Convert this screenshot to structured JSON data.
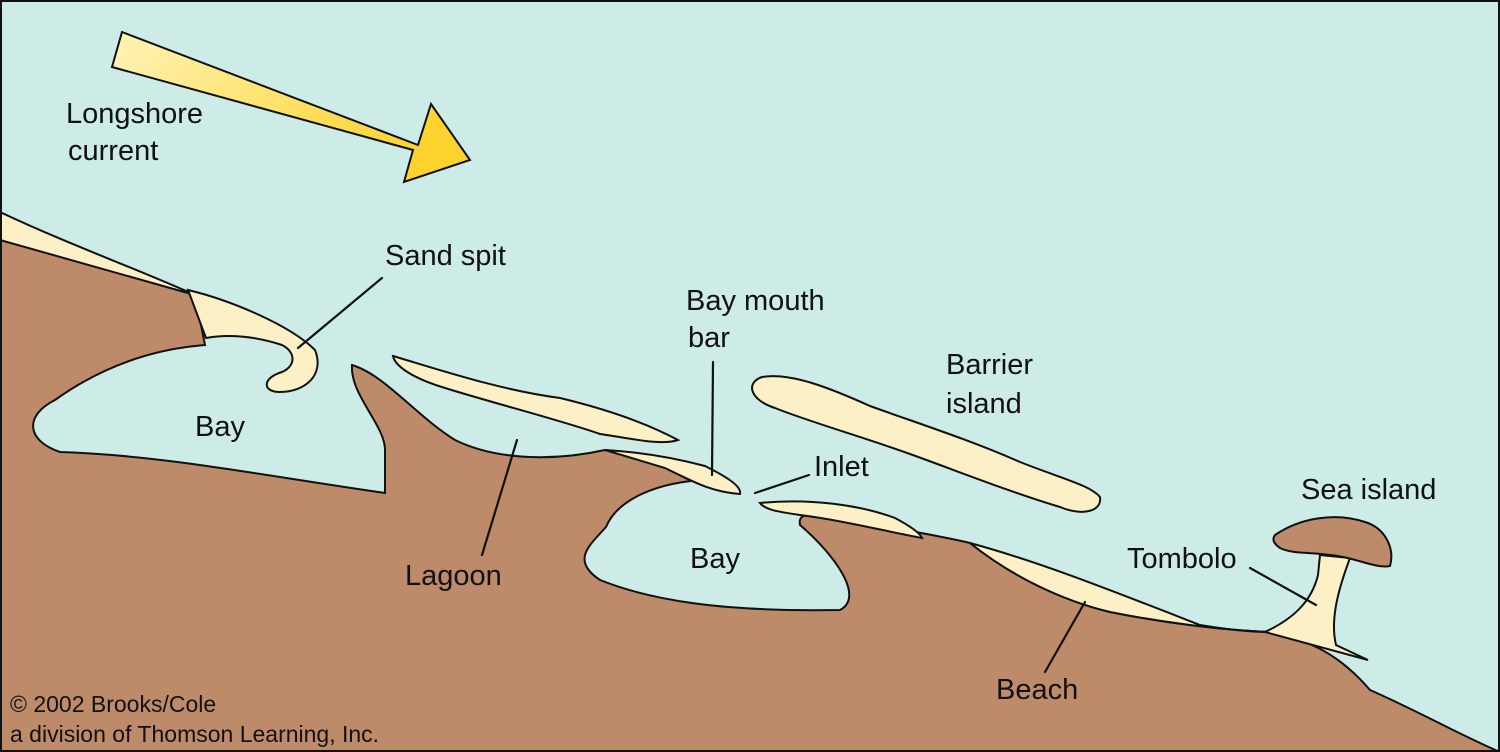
{
  "colors": {
    "water": "#cdece8",
    "land": "#bd8b69",
    "sand": "#fdf0c6",
    "outline": "#111111",
    "arrow_light": "#fff4b8",
    "arrow_dark": "#fcd32e"
  },
  "labels": {
    "longshore_line1": "Longshore",
    "longshore_line2": "current",
    "sand_spit": "Sand spit",
    "bay_left": "Bay",
    "lagoon": "Lagoon",
    "bay_mouth_bar_line1": "Bay mouth",
    "bay_mouth_bar_line2": "bar",
    "inlet": "Inlet",
    "bay_center": "Bay",
    "barrier_island_line1": "Barrier",
    "barrier_island_line2": "island",
    "sea_island": "Sea island",
    "tombolo": "Tombolo",
    "beach": "Beach"
  },
  "copyright": {
    "line1": "© 2002 Brooks/Cole",
    "line2": "a division of Thomson Learning, Inc."
  }
}
